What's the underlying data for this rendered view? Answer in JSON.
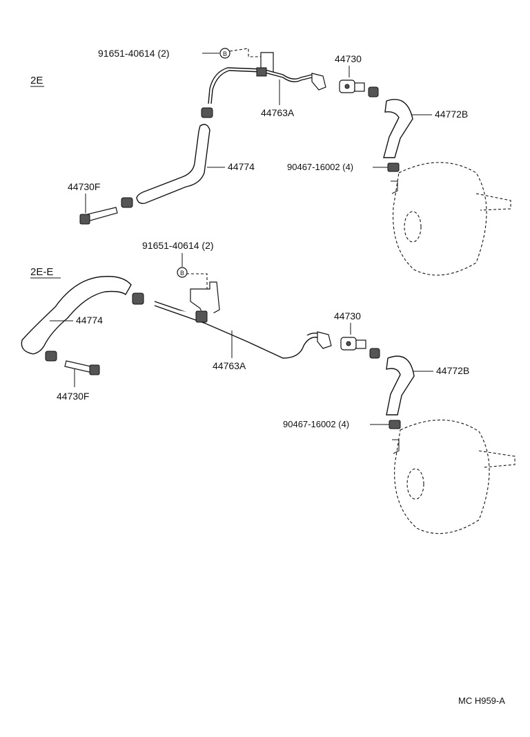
{
  "sections": {
    "top": {
      "tag": "2E",
      "labels": {
        "bolt": "91651-40614 (2)",
        "check_valve": "44730",
        "pipe": "44763A",
        "hose_right": "44772B",
        "clip": "90467-16002 (4)",
        "hose_left": "44774",
        "union": "44730F"
      }
    },
    "bottom": {
      "tag": "2E-E",
      "labels": {
        "bolt": "91651-40614 (2)",
        "check_valve": "44730",
        "pipe": "44763A",
        "hose_right": "44772B",
        "clip": "90467-16002 (4)",
        "hose_left": "44774",
        "union": "44730F"
      }
    }
  },
  "bolt_symbol": "B",
  "footer_code": "MC H959-A"
}
